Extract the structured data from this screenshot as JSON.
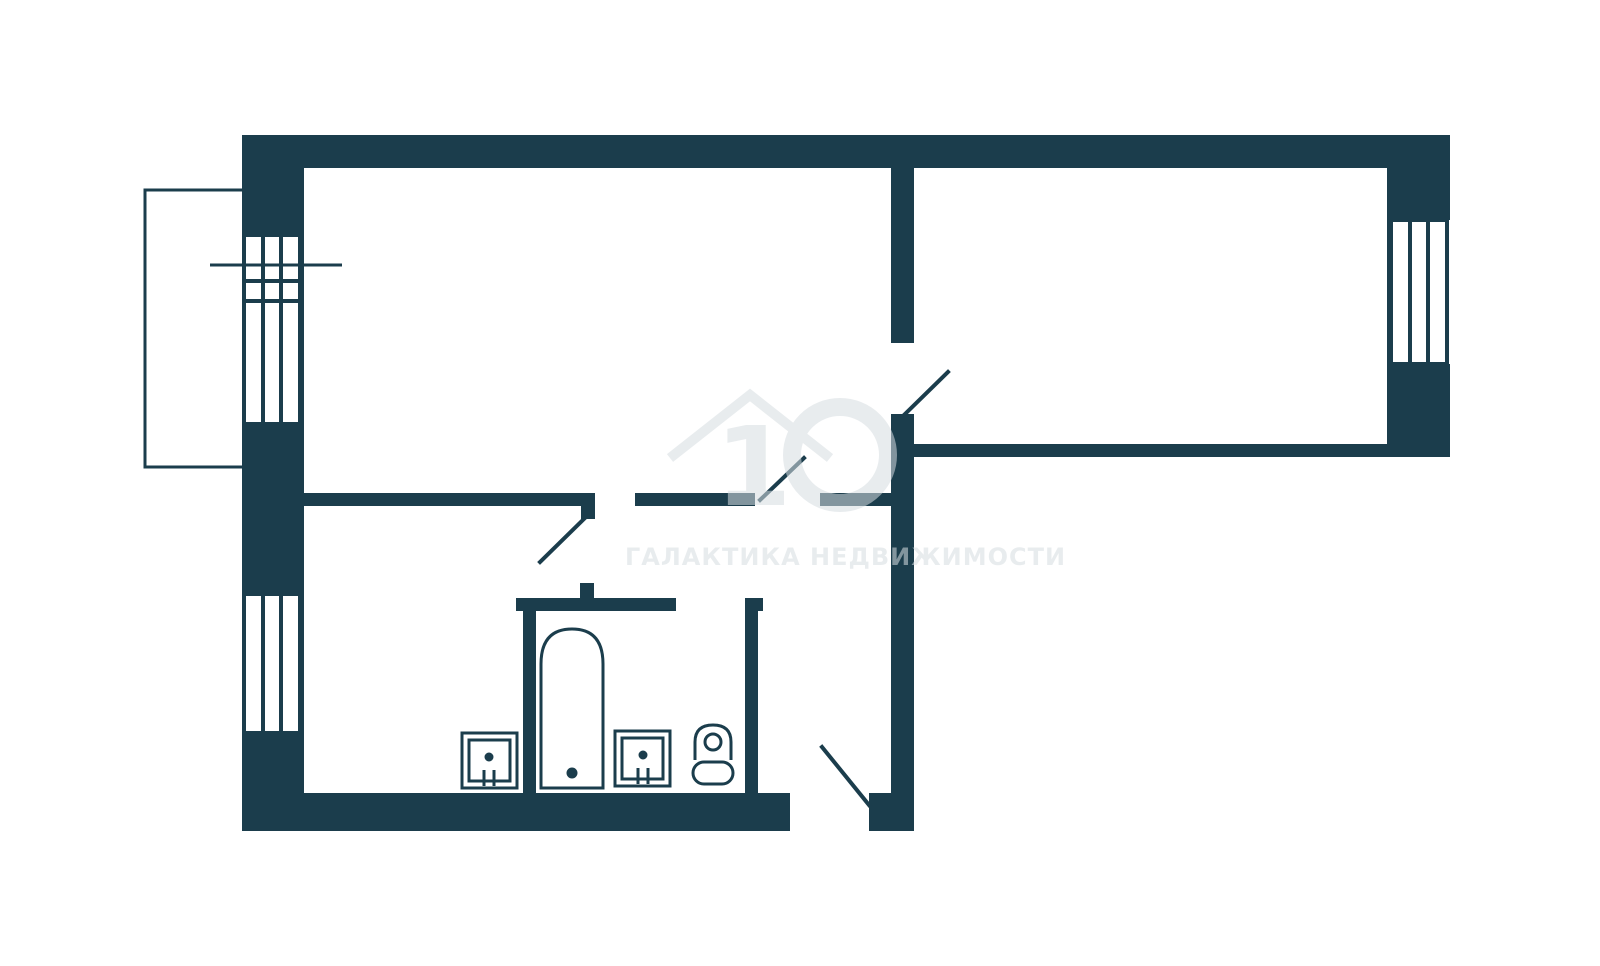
{
  "plan": {
    "wall_color": "#1b3d4c",
    "background_color": "#ffffff",
    "watermark_color": "#d7dde1",
    "rooms": [
      {
        "id": "living-room-left",
        "shape": "rectangle"
      },
      {
        "id": "room-right",
        "shape": "rectangle"
      },
      {
        "id": "kitchen",
        "shape": "rectangle"
      },
      {
        "id": "bathroom",
        "shape": "rectangle"
      },
      {
        "id": "hallway",
        "shape": "corridor"
      }
    ],
    "fixtures": [
      "stove-icon",
      "bathtub-icon",
      "sink-icon",
      "toilet-icon"
    ],
    "watermark": {
      "logo_text": "1",
      "caption": "ГАЛАКТИКА НЕДВИЖИМОСТИ"
    }
  }
}
